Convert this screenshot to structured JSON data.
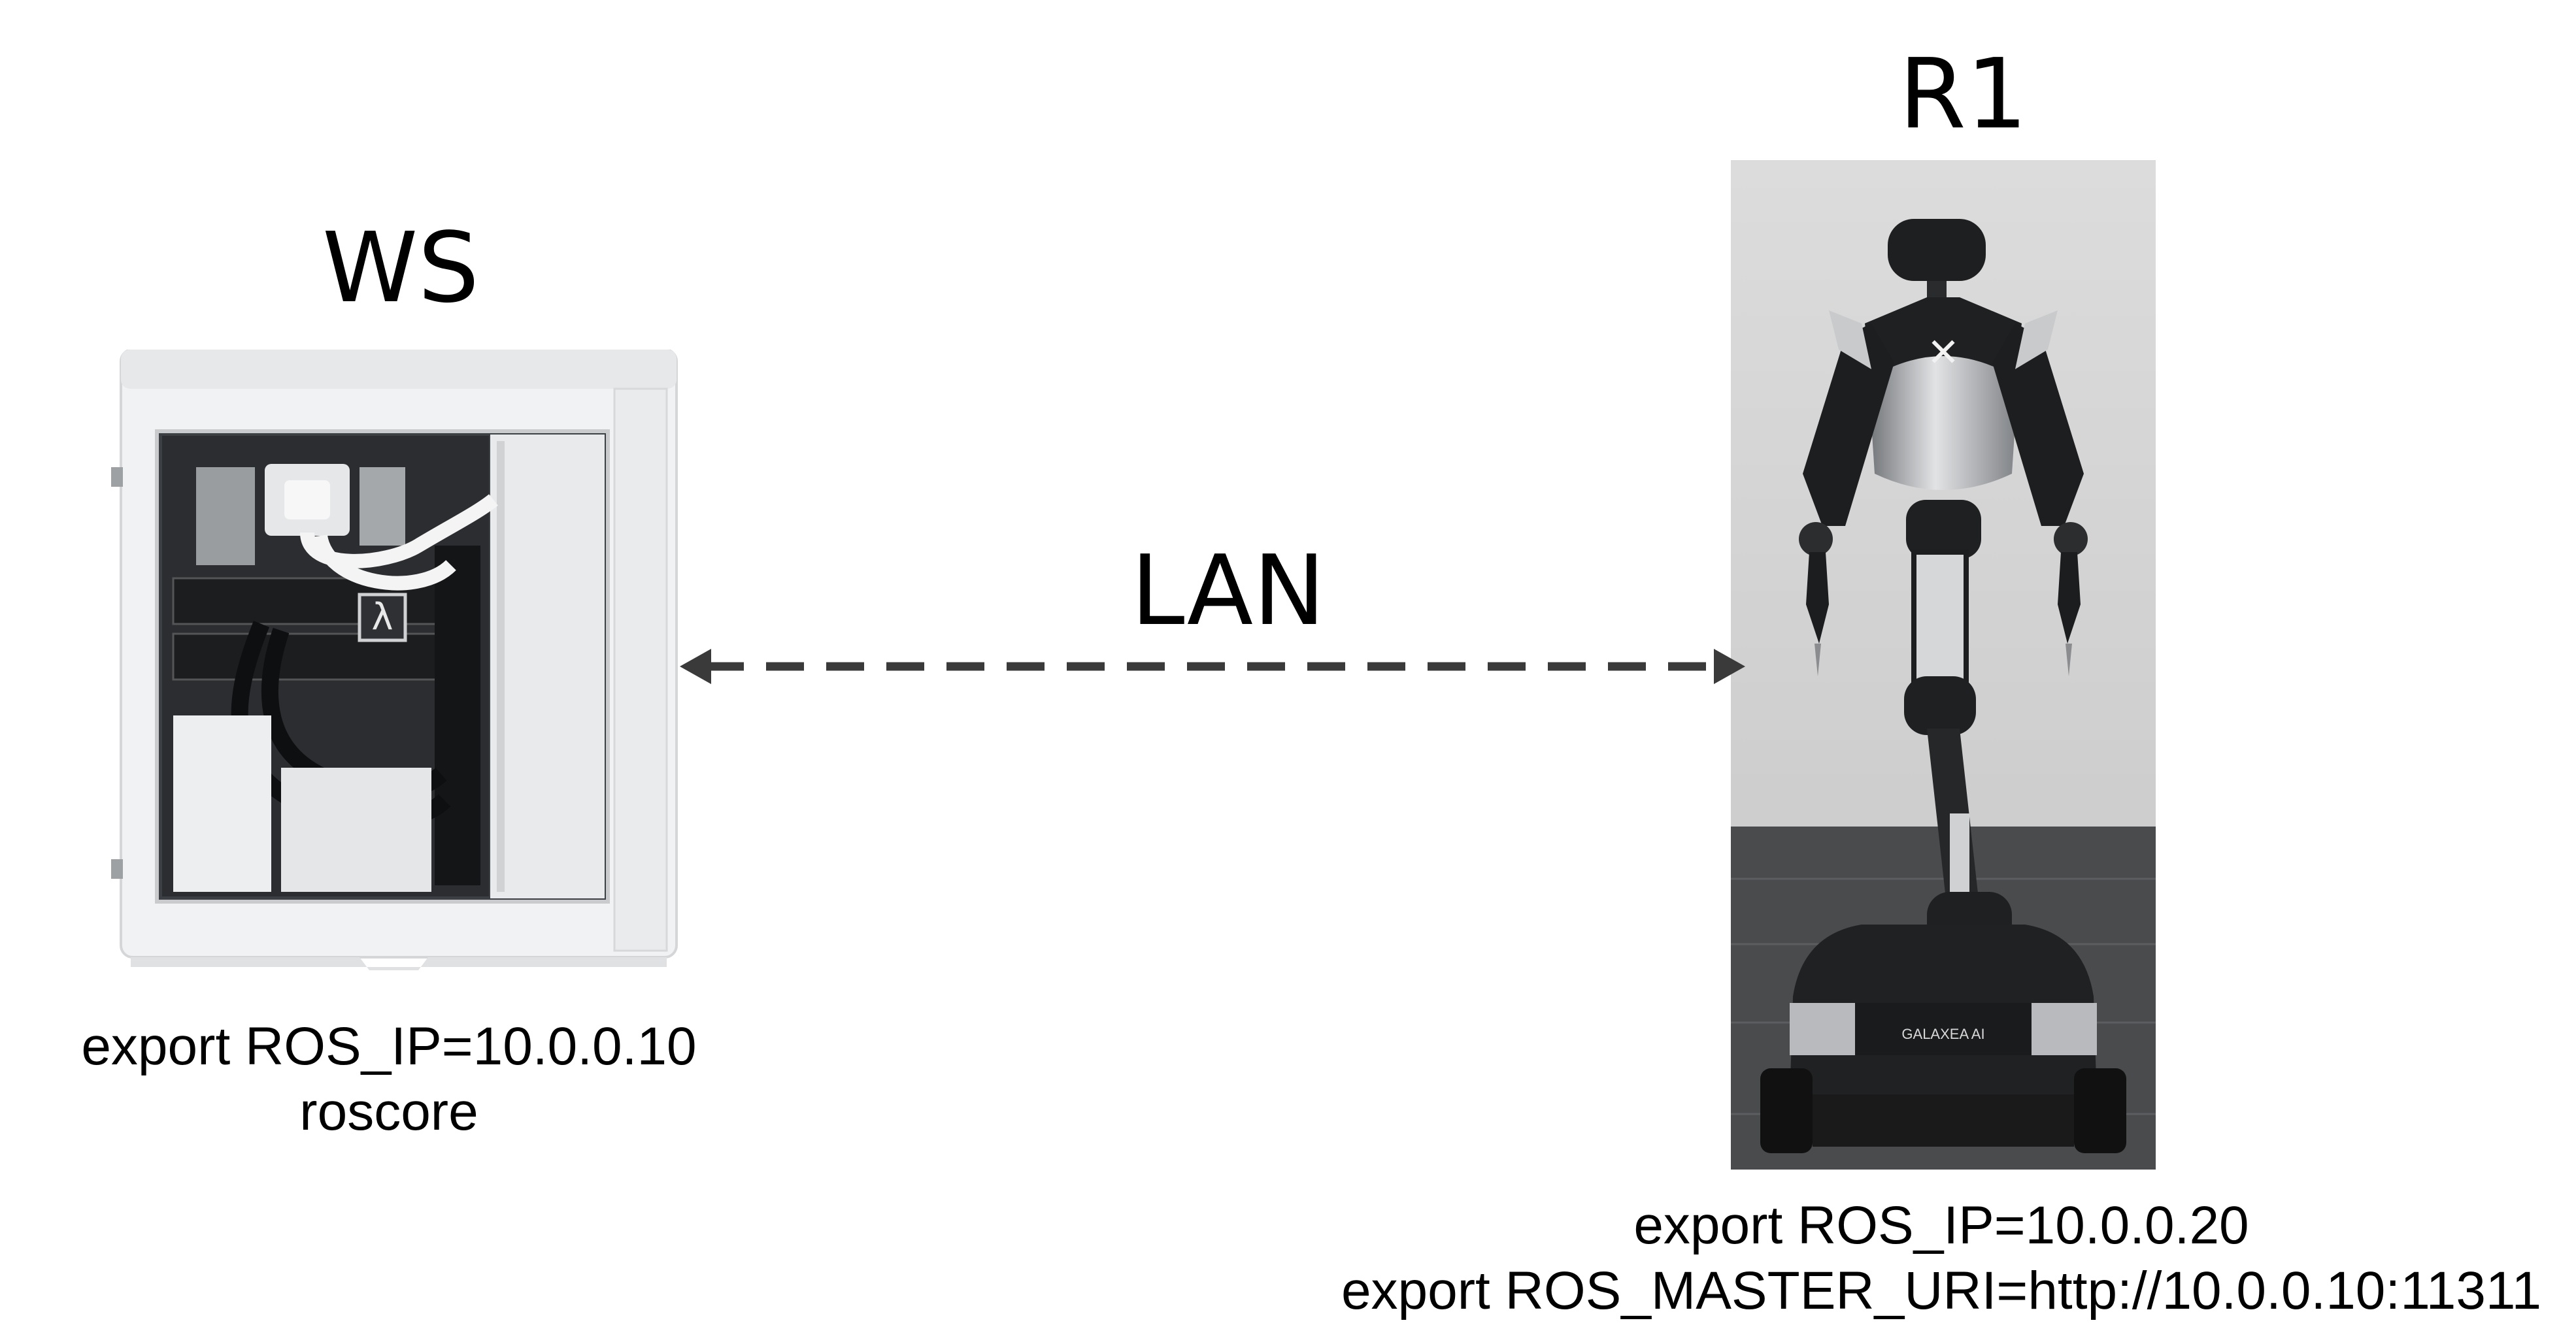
{
  "workstation": {
    "label": "WS",
    "commands": [
      "export ROS_IP=10.0.0.10",
      "roscore"
    ],
    "lambda_logo": "λ"
  },
  "robot": {
    "label": "R1",
    "commands": [
      "export ROS_IP=10.0.0.20",
      "export ROS_MASTER_URI=http://10.0.0.10:11311"
    ],
    "brand_marking": "GALAXEA AI"
  },
  "link": {
    "label": "LAN",
    "style": "dashed",
    "direction": "bidirectional",
    "color": "#3a3a3a"
  },
  "icons": {
    "workstation": "workstation-tower-icon",
    "robot": "humanoid-robot-icon"
  }
}
